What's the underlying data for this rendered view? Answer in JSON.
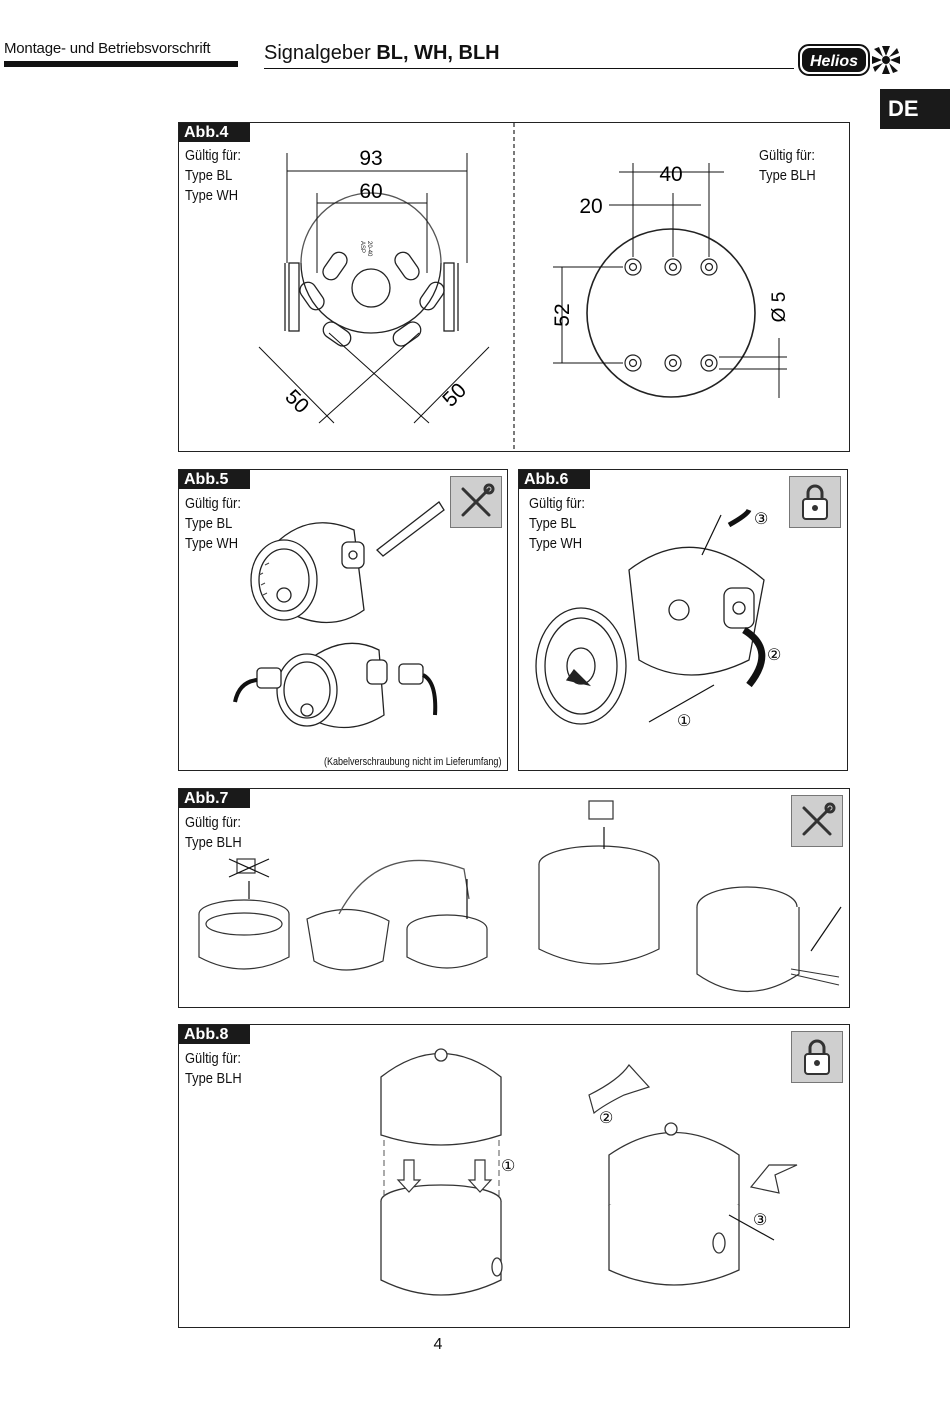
{
  "header": {
    "doc_type": "Montage- und Betriebsvorschrift",
    "title_prefix": "Signalgeber",
    "title_bold": "BL, WH, BLH",
    "logo_text": "Helios",
    "language_tab": "DE"
  },
  "figures": {
    "abb4": {
      "tag": "Abb.4",
      "left": {
        "valid_label": "Gültig für:",
        "types": [
          "Type BL",
          "Type WH"
        ],
        "dims": {
          "outer": "93",
          "inner": "60",
          "diag_left": "50",
          "diag_right": "50"
        }
      },
      "right": {
        "valid_label": "Gültig für:",
        "types": [
          "Type BLH"
        ],
        "dims": {
          "hspace": "40",
          "offset": "20",
          "vspace": "52",
          "hole": "Ø 5"
        }
      }
    },
    "abb5": {
      "tag": "Abb.5",
      "valid_label": "Gültig für:",
      "types": [
        "Type BL",
        "Type WH"
      ],
      "note": "(Kabelverschraubung nicht im Lieferumfang)",
      "tool_icon": "screwdriver-wrench-icon"
    },
    "abb6": {
      "tag": "Abb.6",
      "valid_label": "Gültig für:",
      "types": [
        "Type BL",
        "Type WH"
      ],
      "steps": [
        "①",
        "②",
        "③"
      ],
      "tool_icon": "padlock-icon"
    },
    "abb7": {
      "tag": "Abb.7",
      "valid_label": "Gültig für:",
      "types": [
        "Type BLH"
      ],
      "tool_icon": "screwdriver-wrench-icon"
    },
    "abb8": {
      "tag": "Abb.8",
      "valid_label": "Gültig für:",
      "types": [
        "Type BLH"
      ],
      "steps": [
        "①",
        "②",
        "③"
      ],
      "tool_icon": "padlock-icon"
    }
  },
  "footer": {
    "page_number": "4"
  }
}
